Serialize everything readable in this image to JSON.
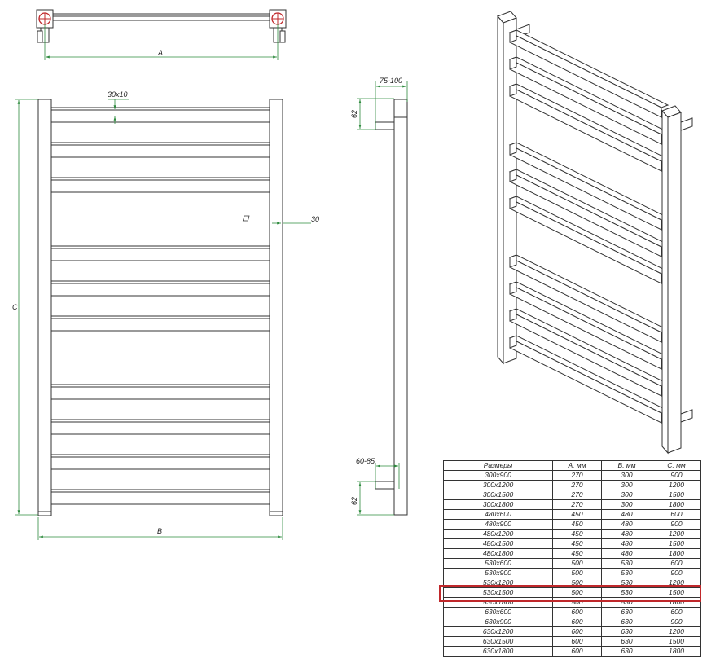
{
  "labels": {
    "dim_a": "A",
    "dim_b": "B",
    "dim_c": "C",
    "crossbar": "30x10",
    "profile": "30",
    "depth_top": "75-100",
    "depth_bottom": "60-85",
    "mount_top": "62",
    "mount_bottom": "62"
  },
  "table": {
    "headers": [
      "Размеры",
      "А, мм",
      "В, мм",
      "С, мм"
    ],
    "rows": [
      [
        "300x900",
        "270",
        "300",
        "900"
      ],
      [
        "300x1200",
        "270",
        "300",
        "1200"
      ],
      [
        "300x1500",
        "270",
        "300",
        "1500"
      ],
      [
        "300x1800",
        "270",
        "300",
        "1800"
      ],
      [
        "480x600",
        "450",
        "480",
        "600"
      ],
      [
        "480x900",
        "450",
        "480",
        "900"
      ],
      [
        "480x1200",
        "450",
        "480",
        "1200"
      ],
      [
        "480x1500",
        "450",
        "480",
        "1500"
      ],
      [
        "480x1800",
        "450",
        "480",
        "1800"
      ],
      [
        "530x600",
        "500",
        "530",
        "600"
      ],
      [
        "530x900",
        "500",
        "530",
        "900"
      ],
      [
        "530x1200",
        "500",
        "530",
        "1200"
      ],
      [
        "530x1500",
        "500",
        "530",
        "1500"
      ],
      [
        "530x1800",
        "500",
        "530",
        "1800"
      ],
      [
        "630x600",
        "600",
        "630",
        "600"
      ],
      [
        "630x900",
        "600",
        "630",
        "900"
      ],
      [
        "630x1200",
        "600",
        "630",
        "1200"
      ],
      [
        "630x1500",
        "600",
        "630",
        "1500"
      ],
      [
        "630x1800",
        "600",
        "630",
        "1800"
      ]
    ],
    "highlight_row": 12
  },
  "colors": {
    "line": "#333333",
    "dimension": "#2e8b3e",
    "highlight": "#c0282b"
  }
}
